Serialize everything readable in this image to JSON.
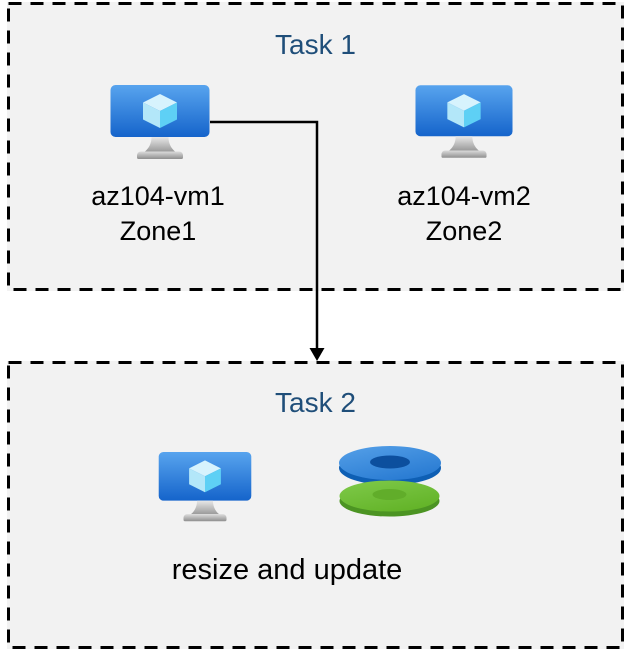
{
  "colors": {
    "page_bg": "#ffffff",
    "box_fill": "#f2f2f2",
    "box_border": "#000000",
    "title_text": "#1f4e79",
    "label_text": "#000000",
    "arrow": "#000000"
  },
  "task1": {
    "title": "Task 1",
    "vms": [
      {
        "name": "az104-vm1",
        "zone": "Zone1",
        "icon": "virtual-machine-icon"
      },
      {
        "name": "az104-vm2",
        "zone": "Zone2",
        "icon": "virtual-machine-icon"
      }
    ]
  },
  "task2": {
    "title": "Task 2",
    "caption": "resize and update",
    "icons": [
      "virtual-machine-icon",
      "disks-icon"
    ]
  }
}
